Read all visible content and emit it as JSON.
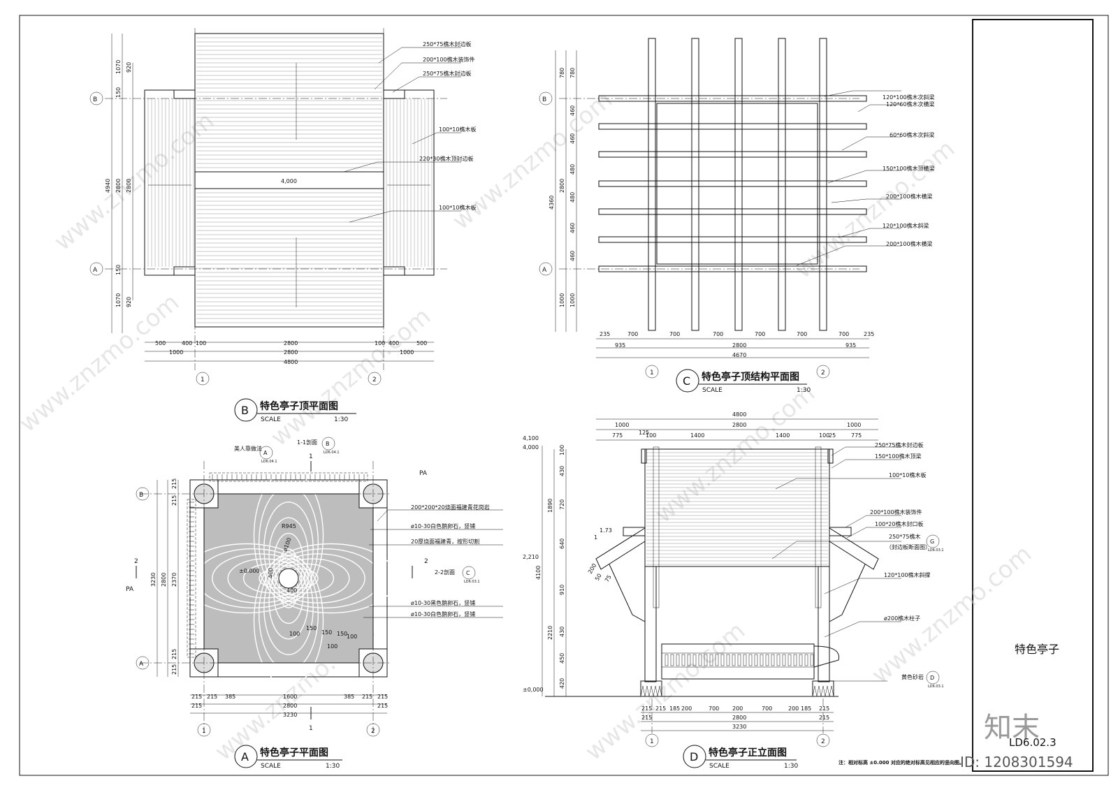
{
  "sheet": {
    "sidebar_title": "特色亭子",
    "drawing_no": "LD6.02.3",
    "logo_text": "知末",
    "id_text": "ID: 1208301594",
    "note": "注：相对标高 ±0.000 对应的绝对标高见相应的竖向图。",
    "watermark": "www.znzmo.com"
  },
  "views": {
    "b": {
      "marker": "B",
      "title": "特色亭子顶平面图",
      "scale_label": "SCALE",
      "scale": "1:30"
    },
    "c": {
      "marker": "C",
      "title": "特色亭子顶结构平面图",
      "scale_label": "SCALE",
      "scale": "1:30"
    },
    "a": {
      "marker": "A",
      "title": "特色亭子平面图",
      "scale_label": "SCALE",
      "scale": "1:30"
    },
    "d": {
      "marker": "D",
      "title": "特色亭子正立面图",
      "scale_label": "SCALE",
      "scale": "1:30"
    }
  },
  "roof_plan": {
    "labels": [
      "250*75樵木封边板",
      "200*100樵木装饰件",
      "250*75樵木封边板",
      "100*10樵木板",
      "220*30樵木顶封边板",
      "100*10樵木板"
    ],
    "center_dim": "4,000",
    "dims_bottom_1": [
      "500",
      "400",
      "100",
      "2800",
      "100",
      "400",
      "500"
    ],
    "dims_bottom_2": [
      "1000",
      "2800",
      "1000"
    ],
    "dims_bottom_3": "4800",
    "dims_left_1": [
      "1070",
      "150",
      "2800",
      "150",
      "1070"
    ],
    "dims_left_2": [
      "920",
      "2800",
      "920"
    ],
    "dims_left_3": "4940",
    "axis_rows": [
      "B",
      "A"
    ],
    "axis_cols": [
      "1",
      "2"
    ]
  },
  "struct_plan": {
    "labels": [
      "120*100樵木次斜梁",
      "120*60樵木次横梁",
      "60*60樵木次斜梁",
      "150*100樵木顶横梁",
      "200*100樵木横梁",
      "120*100樵木斜梁",
      "200*100樵木横梁"
    ],
    "dims_bottom_1": [
      "235",
      "700",
      "700",
      "700",
      "700",
      "700",
      "700",
      "235"
    ],
    "dims_bottom_2": [
      "935",
      "2800",
      "935"
    ],
    "dims_bottom_3": "4670",
    "dims_left_1": [
      "780",
      "460",
      "460",
      "480",
      "480",
      "460",
      "460",
      "1000"
    ],
    "dims_left_2": [
      "780",
      "2800",
      "1000"
    ],
    "dims_left_3": "4360",
    "axis_rows": [
      "B",
      "A"
    ],
    "axis_cols": [
      "1",
      "2"
    ]
  },
  "floor_plan": {
    "labels": [
      "200*200*20烧面福建青花岗岩",
      "ø10-30白色鹅卵石，竖铺",
      "20厚烧面福建青，按形切割",
      "2-2剖面",
      "ø10-30黑色鹅卵石，竖铺",
      "ø10-30白色鹅卵石，竖铺"
    ],
    "top_labels": [
      "美人靠做法",
      "1-1剖面"
    ],
    "pa": "PA",
    "section_marks": [
      "1",
      "2"
    ],
    "ref_a": "A",
    "ref_a_sheet": "LD6.04.1",
    "ref_b": "B",
    "ref_b_sheet": "LD6.04.1",
    "ref_c": "C",
    "ref_c_sheet": "LD6.03.1",
    "inner_dims": [
      "R945",
      "ø100",
      "±0.000",
      "400",
      "400",
      "100",
      "150",
      "150",
      "150",
      "100",
      "100"
    ],
    "dims_bottom_1": [
      "215",
      "215",
      "385",
      "1600",
      "385",
      "215",
      "215"
    ],
    "dims_bottom_2": [
      "215",
      "2800",
      "215"
    ],
    "dims_bottom_3": "3230",
    "dims_left_1": [
      "215",
      "215",
      "2370",
      "215",
      "215"
    ],
    "dims_left_2": [
      "2800"
    ],
    "dims_left_3": "3230",
    "axis_rows": [
      "B",
      "A"
    ],
    "axis_cols": [
      "1",
      "2"
    ]
  },
  "elevation": {
    "labels": [
      "250*75樵木封边板",
      "150*100樵木顶梁",
      "100*10樵木板",
      "200*100樵木装饰件",
      "100*20樵木封口板",
      "250*75樵木",
      "（封边板断面图）",
      "120*100樵木斜撑",
      "ø200樵木柱子",
      "黄色砂岩"
    ],
    "ref_g": "G",
    "ref_g_sheet": "LD6.03.1",
    "ref_d": "D",
    "ref_d_sheet": "LD6.03.1",
    "levels": [
      "4,100",
      "4,000",
      "2,210",
      "±0,000"
    ],
    "slope": "1.73",
    "slope_unit": "1",
    "dims_top_1": "4800",
    "dims_top_2": [
      "1000",
      "2800",
      "1000"
    ],
    "dims_top_3": [
      "775",
      "125",
      "100",
      "1400",
      "1400",
      "100",
      "25",
      "775"
    ],
    "dims_left_1": [
      "100",
      "430",
      "720",
      "640",
      "910",
      "430",
      "450",
      "420"
    ],
    "dims_left_2": [
      "1890",
      "2210"
    ],
    "dims_left_3": "4100",
    "brace_dims": [
      "200",
      "50",
      "75"
    ],
    "dims_bottom_1": [
      "215",
      "215",
      "185",
      "200",
      "700",
      "200",
      "700",
      "200",
      "185",
      "215"
    ],
    "dims_bottom_2": [
      "215",
      "2800",
      "215"
    ],
    "dims_bottom_3": "3230",
    "axis_cols": [
      "1",
      "2"
    ]
  }
}
